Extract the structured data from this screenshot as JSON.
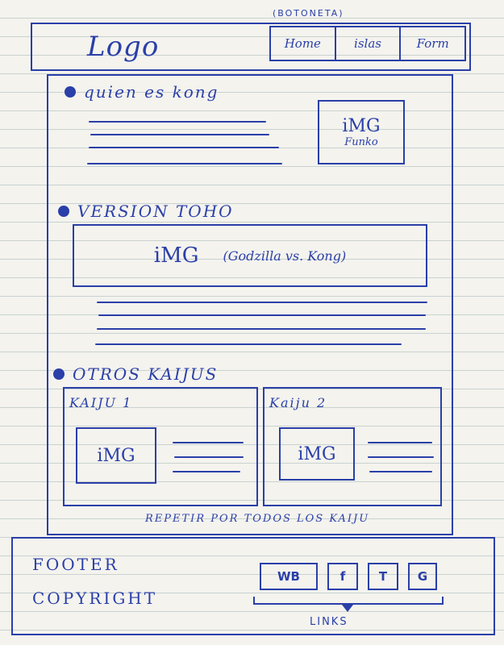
{
  "header": {
    "logo": "Logo",
    "nav_caption": "(BOTONETA)",
    "nav": [
      "Home",
      "islas",
      "Form"
    ]
  },
  "sections": [
    {
      "title": "quien es kong",
      "image": {
        "label": "iMG",
        "sublabel": "Funko"
      }
    },
    {
      "title": "VERSION TOHO",
      "image": {
        "label": "iMG",
        "sublabel": "(Godzilla vs. Kong)"
      }
    },
    {
      "title": "OTROS KAIJUS",
      "cards": [
        {
          "title": "KAIJU 1",
          "image_label": "iMG"
        },
        {
          "title": "Kaiju 2",
          "image_label": "iMG"
        }
      ],
      "note": "REPETIR POR TODOS LOS KAIJU"
    }
  ],
  "footer": {
    "line1": "FOOTER",
    "line2": "COPYRIGHT",
    "links": [
      "WB",
      "f",
      "T",
      "G"
    ],
    "links_caption": "LINKS"
  }
}
